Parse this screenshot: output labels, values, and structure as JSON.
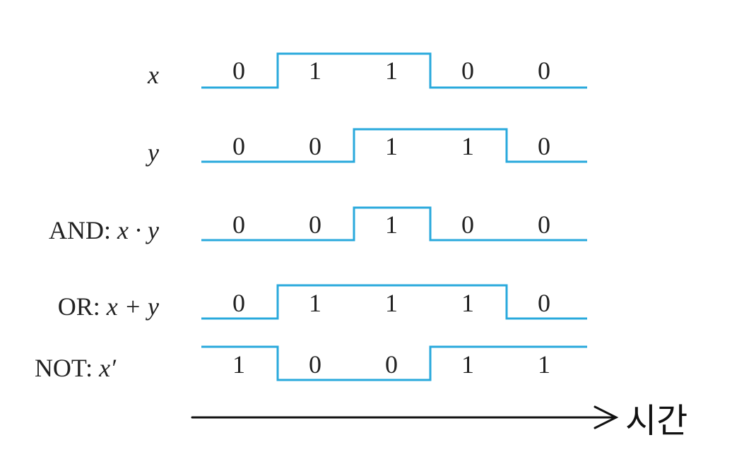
{
  "rows": [
    {
      "label_prefix": "",
      "label_expr": "x",
      "bits": [
        0,
        1,
        1,
        0,
        0
      ],
      "bit_labels": [
        "0",
        "1",
        "1",
        "0",
        "0"
      ]
    },
    {
      "label_prefix": "",
      "label_expr": "y",
      "bits": [
        0,
        0,
        1,
        1,
        0
      ],
      "bit_labels": [
        "0",
        "0",
        "1",
        "1",
        "0"
      ]
    },
    {
      "label_prefix": "AND: ",
      "label_expr": "x · y",
      "bits": [
        0,
        0,
        1,
        0,
        0
      ],
      "bit_labels": [
        "0",
        "0",
        "1",
        "0",
        "0"
      ]
    },
    {
      "label_prefix": "OR: ",
      "label_expr": "x + y",
      "bits": [
        0,
        1,
        1,
        1,
        0
      ],
      "bit_labels": [
        "0",
        "1",
        "1",
        "1",
        "0"
      ]
    },
    {
      "label_prefix": "NOT: ",
      "label_expr": "x′",
      "bits": [
        1,
        0,
        0,
        1,
        1
      ],
      "bit_labels": [
        "1",
        "0",
        "0",
        "1",
        "1"
      ]
    }
  ],
  "time_axis": {
    "label": "시간"
  },
  "colors": {
    "wave": "#29a9dc",
    "text": "#222222",
    "arrow": "#111111"
  }
}
